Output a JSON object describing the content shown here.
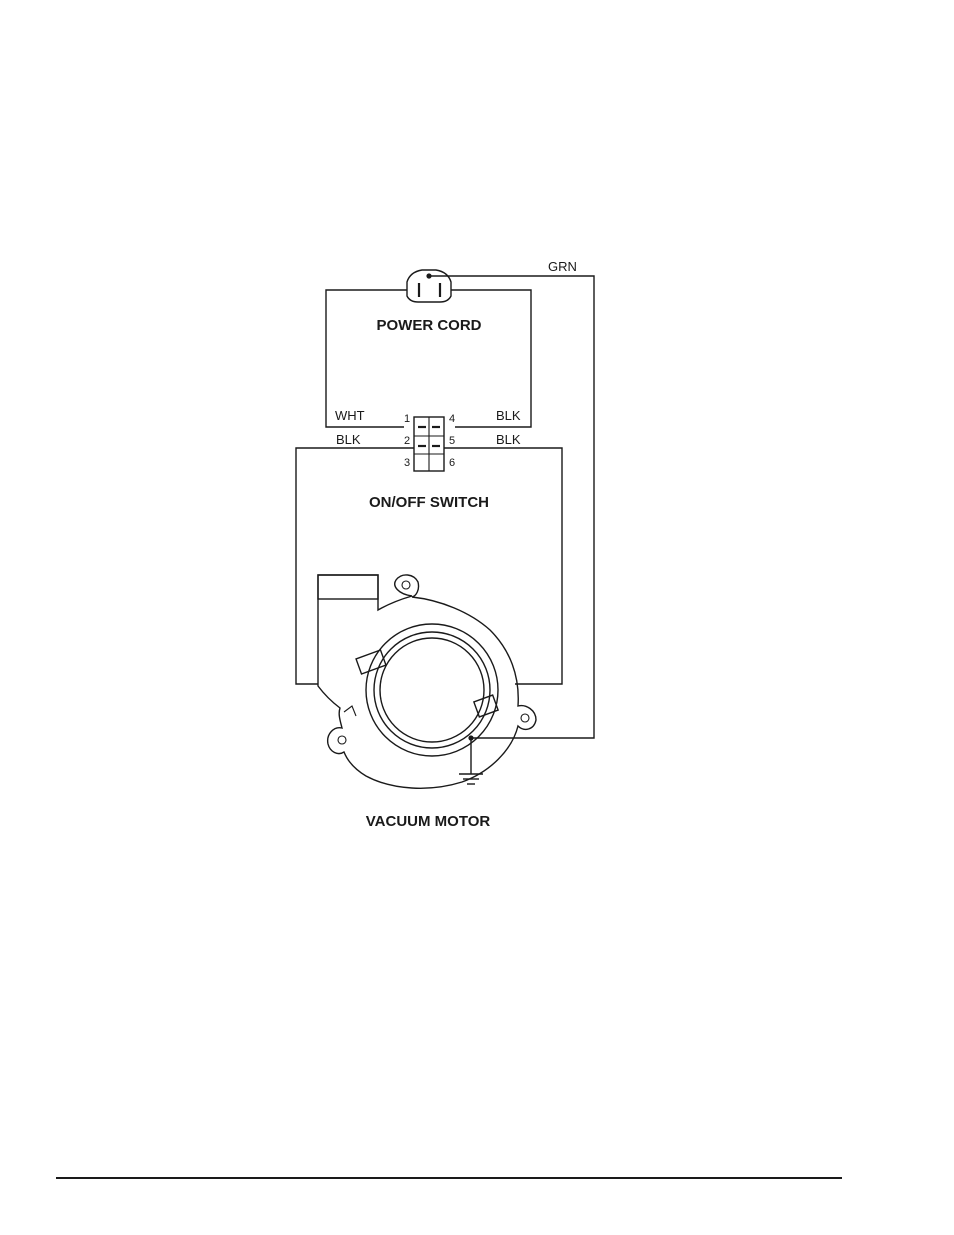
{
  "diagram": {
    "labels": {
      "power_cord": "POWER CORD",
      "on_off_switch": "ON/OFF SWITCH",
      "vacuum_motor": "VACUUM MOTOR",
      "grn": "GRN",
      "wht": "WHT",
      "blk_top_right": "BLK",
      "blk_left": "BLK",
      "blk_right": "BLK"
    },
    "terminals": {
      "t1": "1",
      "t2": "2",
      "t3": "3",
      "t4": "4",
      "t5": "5",
      "t6": "6"
    }
  }
}
